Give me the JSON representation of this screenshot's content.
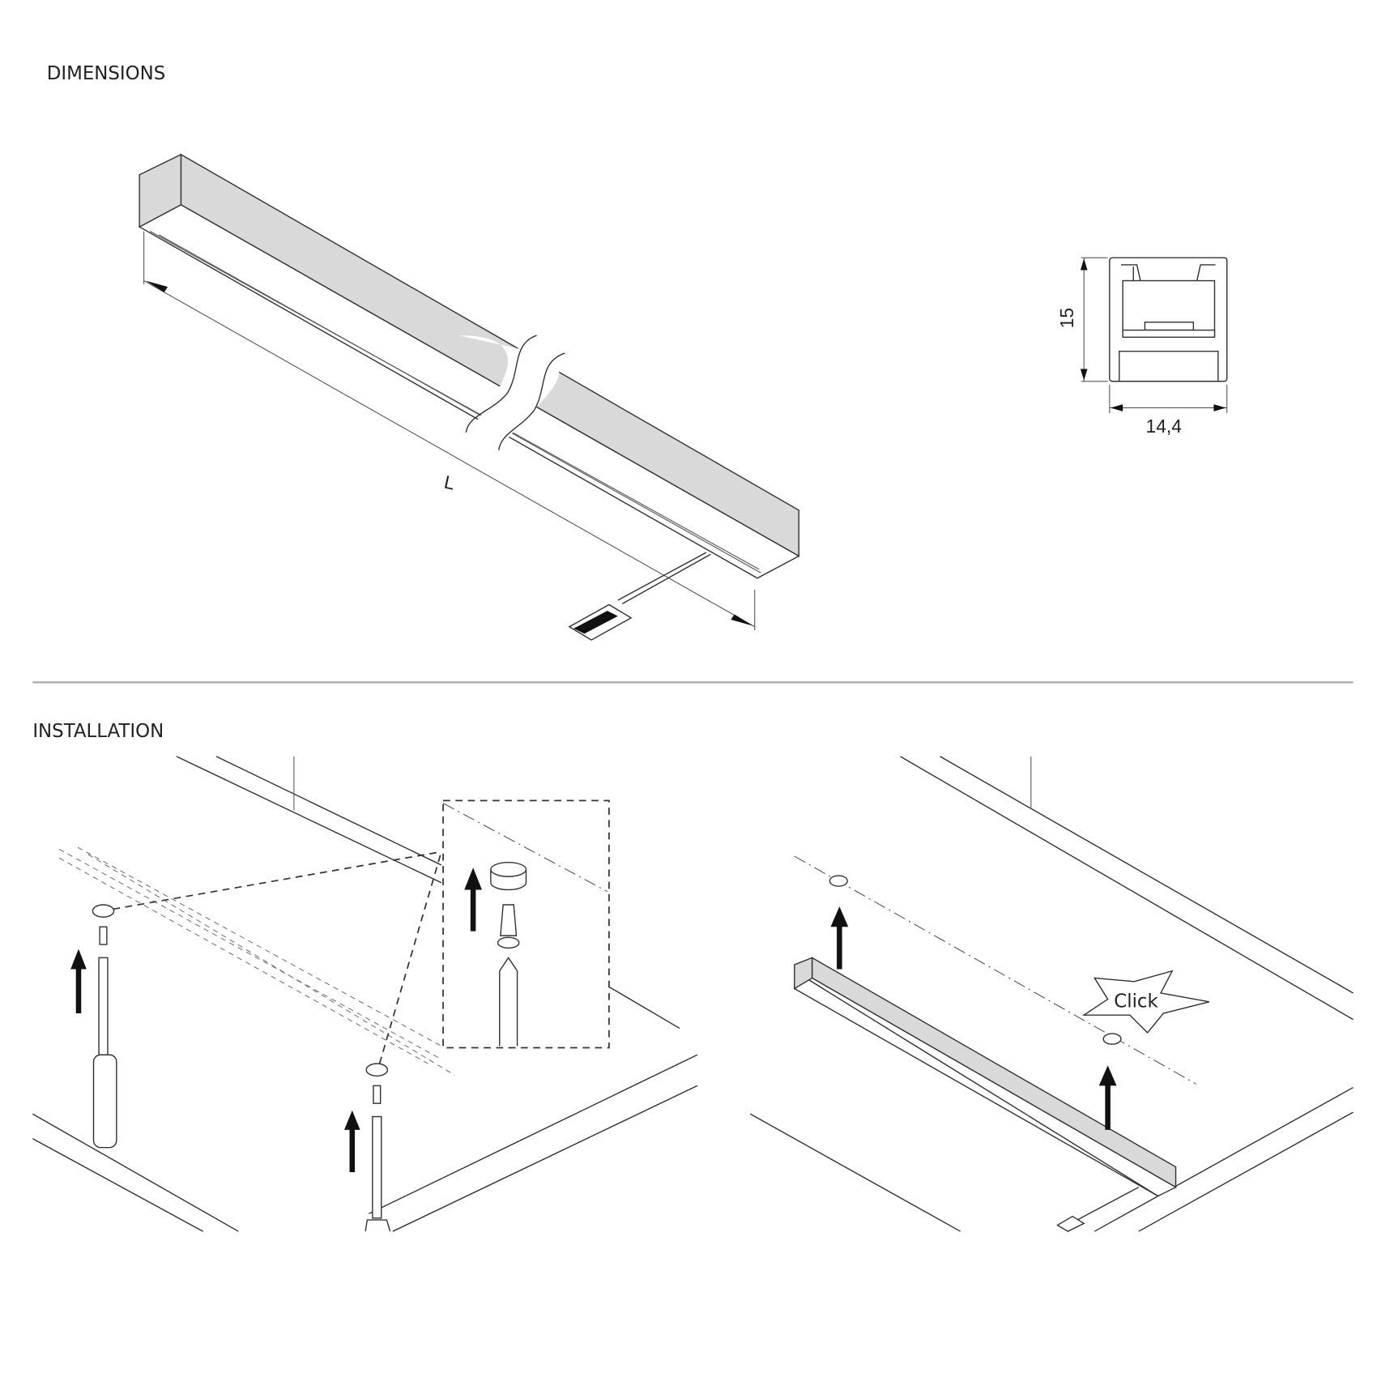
{
  "dimensions": {
    "heading": "DIMENSIONS",
    "length_label": "L",
    "profile_height": "15",
    "profile_width": "14,4"
  },
  "installation": {
    "heading": "INSTALLATION",
    "click_label": "Click"
  },
  "colors": {
    "profile_face": "#d9d9d9",
    "line": "#333333",
    "separator": "#aaaaaa"
  }
}
